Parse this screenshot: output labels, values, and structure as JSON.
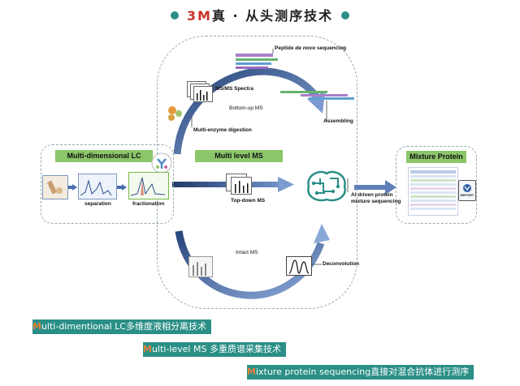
{
  "title": {
    "prefix": "3M",
    "rest": "真 · 从头测序技术"
  },
  "colors": {
    "teal": "#2a8f86",
    "green_label": "#8cc66a",
    "arrow_blue": "#3d5fa0",
    "m_orange": "#e0823a"
  },
  "lc": {
    "label": "Multi-dimensional LC",
    "separation": "separation",
    "fractionation": "fractionation"
  },
  "ms": {
    "label": "Multi level MS",
    "bottom_up": "Bottom-up MS",
    "top_down": "Top-down MS",
    "intact": "Intact MS"
  },
  "steps": {
    "peptide_a": "Peptide ",
    "peptide_b": "de novo",
    "peptide_c": " sequencing",
    "msms": "MS/MS Spectra",
    "assembling": "Assembling",
    "digestion": "Multi-enzyme digestion",
    "ai_line1": "AI driven protein",
    "ai_line2": "mixture sequencing",
    "deconvolution": "Deconvolution"
  },
  "output": {
    "label": "Mixture Protein",
    "report": "REPORT"
  },
  "bands": [
    {
      "m": "M",
      "text": "ulti-dimentional LC多维度液相分离技术"
    },
    {
      "m": "M",
      "text": "ulti-level MS 多重质谱采集技术"
    },
    {
      "m": "M",
      "text": "ixture protein sequencing直接对混合抗体进行测序"
    }
  ]
}
